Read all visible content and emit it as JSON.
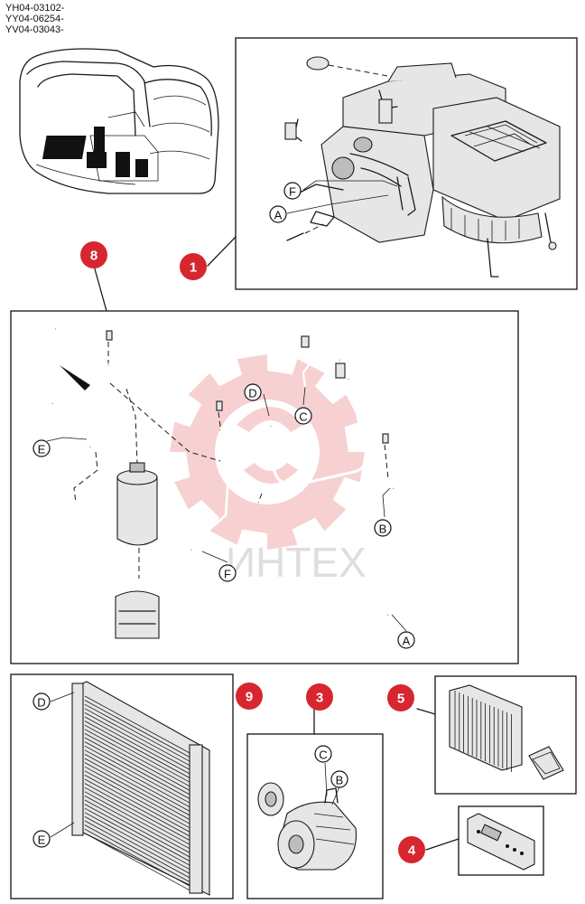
{
  "serial_numbers": [
    "YH04-03102-",
    "YY04-06254-",
    "YV04-03043-"
  ],
  "watermark": {
    "text": "ИНТЕХ",
    "color": "#f6c9c9"
  },
  "badge_color": "#d7262f",
  "part_badges": {
    "p1": "1",
    "p8": "8",
    "p9": "9",
    "p3": "3",
    "p5": "5",
    "p4": "4"
  },
  "callouts": {
    "top_F": "F",
    "top_A": "A",
    "mid_D": "D",
    "mid_C": "C",
    "mid_E": "E",
    "mid_B": "B",
    "mid_F": "F",
    "mid_A": "A",
    "cond_D": "D",
    "cond_E": "E",
    "comp_C": "C",
    "comp_B": "B"
  }
}
